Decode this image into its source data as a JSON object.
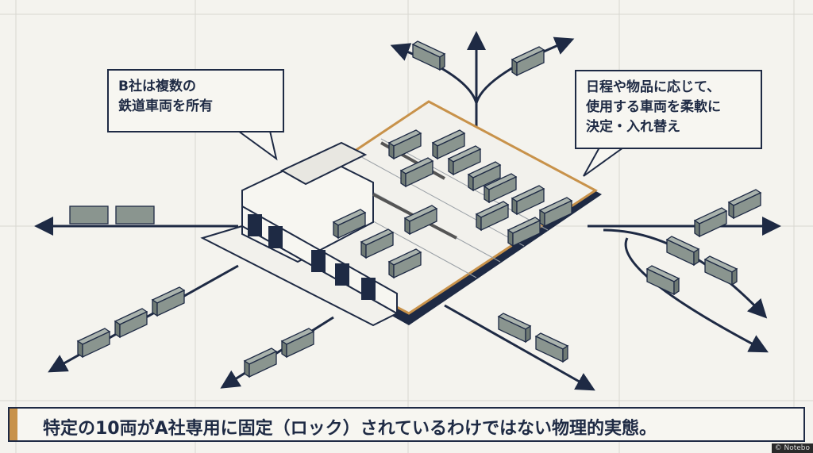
{
  "callouts": {
    "left": {
      "line1": "B社は複数の",
      "line2": "鉄道車両を所有"
    },
    "right": {
      "line1": "日程や物品に応じて、",
      "line2": "使用する車両を柔軟に",
      "line3": "決定・入れ替え"
    }
  },
  "caption": "特定の10両がA社専用に固定（ロック）されているわけではない物理的実態。",
  "watermark": "© Notebo",
  "colors": {
    "navy": "#1e2a44",
    "accent": "#c8924a",
    "car": "#8a958f",
    "background": "#f4f3ee"
  }
}
